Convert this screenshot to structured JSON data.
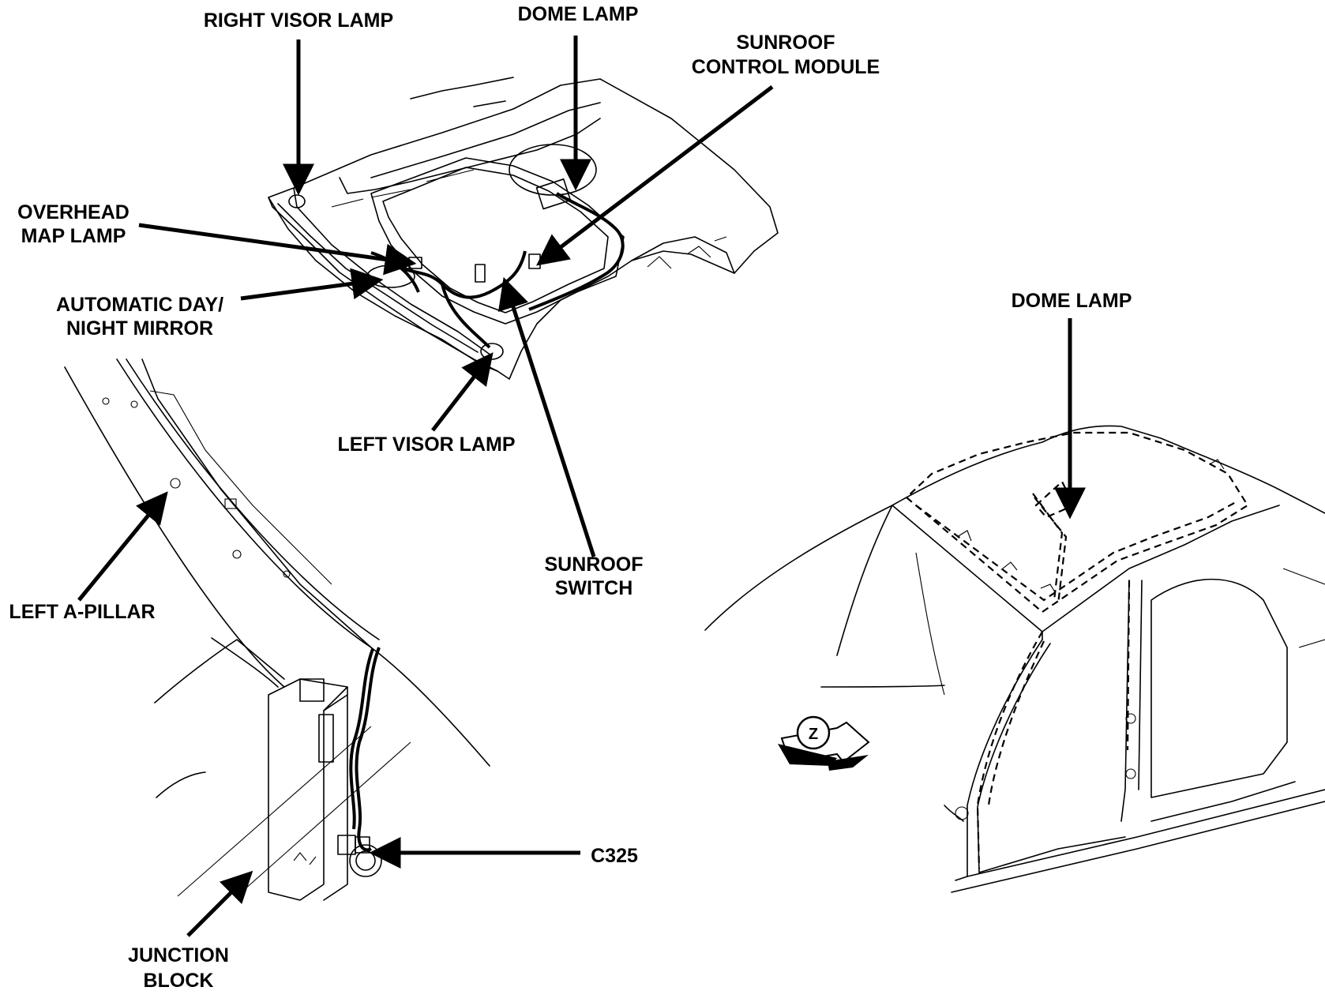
{
  "labels": {
    "right_visor_lamp": "RIGHT VISOR LAMP",
    "dome_lamp_top": "DOME LAMP",
    "sunroof_control_module_1": "SUNROOF",
    "sunroof_control_module_2": "CONTROL MODULE",
    "overhead_map_lamp_1": "OVERHEAD",
    "overhead_map_lamp_2": "MAP LAMP",
    "auto_mirror_1": "AUTOMATIC DAY/",
    "auto_mirror_2": "NIGHT MIRROR",
    "left_visor_lamp": "LEFT VISOR LAMP",
    "sunroof_switch_1": "SUNROOF",
    "sunroof_switch_2": "SWITCH",
    "left_a_pillar": "LEFT A-PILLAR",
    "c325": "C325",
    "junction_block_1": "JUNCTION",
    "junction_block_2": "BLOCK",
    "dome_lamp_right": "DOME LAMP",
    "view_marker": "Z"
  }
}
